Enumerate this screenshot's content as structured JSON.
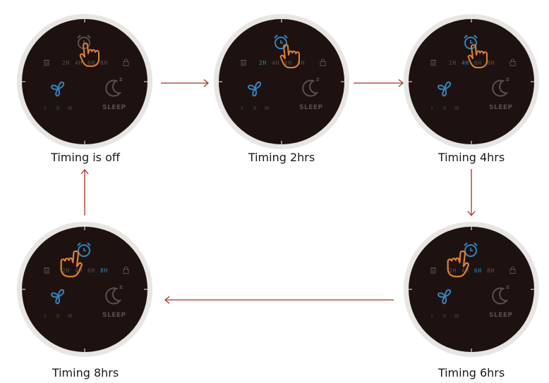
{
  "colors": {
    "arrow": "#a8322c",
    "active_blue": "#2f86c2",
    "inactive_gray": "#5a4f4c",
    "hand_orange": "#d9822b",
    "panel_bg": "#1e1210"
  },
  "panel_labels": {
    "timers": [
      "2H",
      "4H",
      "6H",
      "8H"
    ],
    "sleep": "SLEEP",
    "speeds": [
      "I",
      "II",
      "III"
    ],
    "sleep_z": "z"
  },
  "states": [
    {
      "id": "off",
      "caption": "Timing is off",
      "active_timer": "none"
    },
    {
      "id": "2h",
      "caption": "Timing 2hrs",
      "active_timer": "2H"
    },
    {
      "id": "4h",
      "caption": "Timing 4hrs",
      "active_timer": "4H"
    },
    {
      "id": "6h",
      "caption": "Timing 6hrs",
      "active_timer": "6H"
    },
    {
      "id": "8h",
      "caption": "Timing 8hrs",
      "active_timer": "8H"
    }
  ],
  "icons": [
    "alarm-clock-icon",
    "pointing-hand-icon",
    "fan-icon",
    "moon-icon",
    "trash-icon",
    "lock-icon",
    "arrow-icon"
  ]
}
